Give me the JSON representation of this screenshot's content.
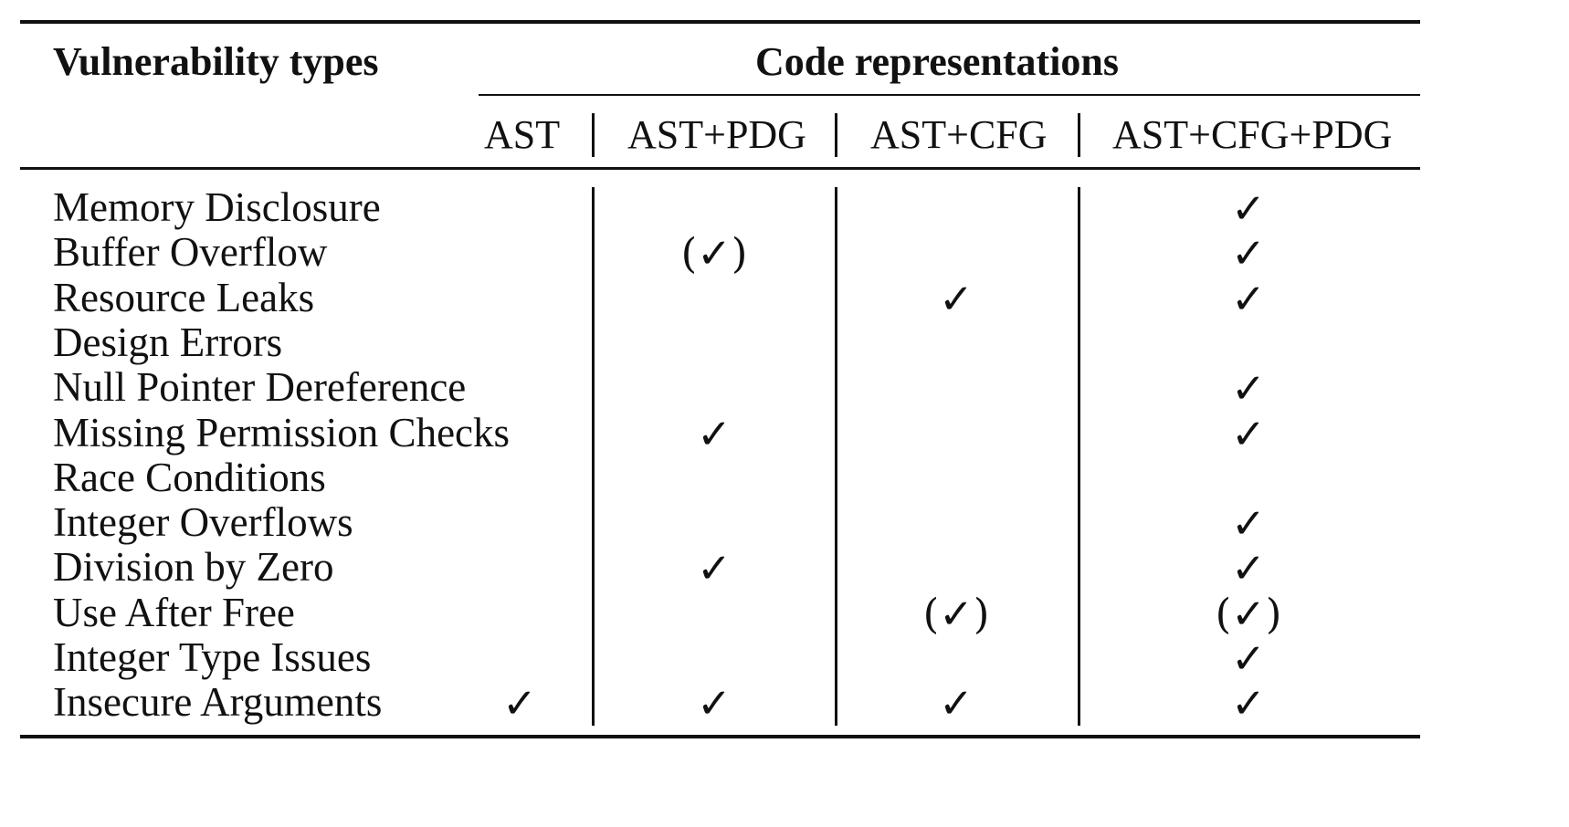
{
  "table": {
    "header_row_label": "Vulnerability types",
    "group_header": "Code representations",
    "columns": [
      "AST",
      "AST+PDG",
      "AST+CFG",
      "AST+CFG+PDG"
    ],
    "check_symbol": "✓",
    "partial_symbol": "(✓)",
    "rows": [
      {
        "label": "Memory Disclosure",
        "marks": [
          "",
          "",
          "",
          "✓"
        ]
      },
      {
        "label": "Buffer Overflow",
        "marks": [
          "",
          "(✓)",
          "",
          "✓"
        ]
      },
      {
        "label": "Resource Leaks",
        "marks": [
          "",
          "",
          "✓",
          "✓"
        ]
      },
      {
        "label": "Design Errors",
        "marks": [
          "",
          "",
          "",
          ""
        ]
      },
      {
        "label": "Null Pointer Dereference",
        "marks": [
          "",
          "",
          "",
          "✓"
        ]
      },
      {
        "label": "Missing Permission Checks",
        "marks": [
          "",
          "✓",
          "",
          "✓"
        ]
      },
      {
        "label": "Race Conditions",
        "marks": [
          "",
          "",
          "",
          ""
        ]
      },
      {
        "label": "Integer Overflows",
        "marks": [
          "",
          "",
          "",
          "✓"
        ]
      },
      {
        "label": "Division by Zero",
        "marks": [
          "",
          "✓",
          "",
          "✓"
        ]
      },
      {
        "label": "Use After Free",
        "marks": [
          "",
          "",
          "(✓)",
          "(✓)"
        ]
      },
      {
        "label": "Integer Type Issues",
        "marks": [
          "",
          "",
          "",
          "✓"
        ]
      },
      {
        "label": "Insecure Arguments",
        "marks": [
          "✓",
          "✓",
          "✓",
          "✓"
        ]
      }
    ]
  }
}
